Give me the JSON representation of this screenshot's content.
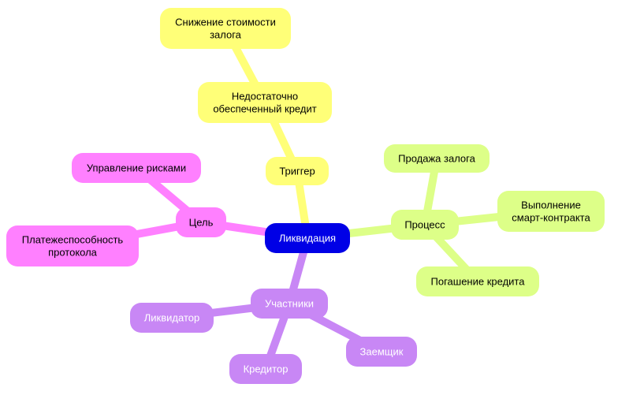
{
  "root": {
    "id": "root",
    "lines": [
      "Ликвидация"
    ],
    "color": "#0000E6",
    "text_color": "#FFFFFF"
  },
  "branches": [
    {
      "id": "trigger",
      "lines": [
        "Триггер"
      ],
      "color": "#FFFF78",
      "text_color": "#000000",
      "children": [
        {
          "id": "undercollateralized",
          "lines": [
            "Недостаточно",
            "обеспеченный кредит"
          ],
          "children": [
            {
              "id": "collateral-drop",
              "lines": [
                "Снижение стоимости",
                "залога"
              ]
            }
          ]
        }
      ]
    },
    {
      "id": "process",
      "lines": [
        "Процесс"
      ],
      "color": "#DDFF88",
      "text_color": "#000000",
      "children": [
        {
          "id": "sell-collateral",
          "lines": [
            "Продажа залога"
          ]
        },
        {
          "id": "smart-contract",
          "lines": [
            "Выполнение",
            "смарт-контракта"
          ]
        },
        {
          "id": "loan-repayment",
          "lines": [
            "Погашение кредита"
          ]
        }
      ]
    },
    {
      "id": "participants",
      "lines": [
        "Участники"
      ],
      "color": "#C887F5",
      "text_color": "#FFFFFF",
      "children": [
        {
          "id": "liquidator",
          "lines": [
            "Ликвидатор"
          ]
        },
        {
          "id": "creditor",
          "lines": [
            "Кредитор"
          ]
        },
        {
          "id": "borrower",
          "lines": [
            "Заемщик"
          ]
        }
      ]
    },
    {
      "id": "goal",
      "lines": [
        "Цель"
      ],
      "color": "#FF80FF",
      "text_color": "#000000",
      "children": [
        {
          "id": "risk-management",
          "lines": [
            "Управление рисками"
          ]
        },
        {
          "id": "protocol-solvency",
          "lines": [
            "Платежеспособность",
            "протокола"
          ]
        }
      ]
    }
  ]
}
